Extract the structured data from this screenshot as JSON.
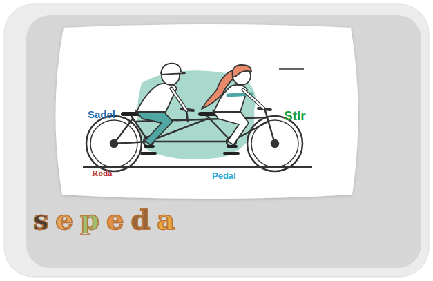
{
  "diagram": {
    "labels": [
      "Sadel",
      "Stir",
      "Roda",
      "Pedal",
      "sepeda"
    ]
  }
}
